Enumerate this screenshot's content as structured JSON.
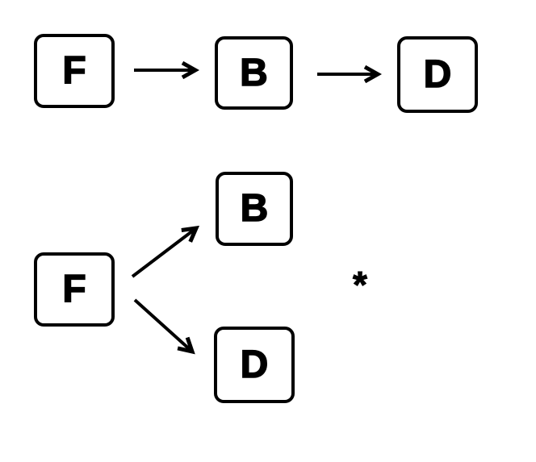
{
  "colors": {
    "background": "#ffffff",
    "ink": "#000000"
  },
  "diagram": {
    "top_sequence": {
      "nodes": [
        {
          "label": "F"
        },
        {
          "label": "B"
        },
        {
          "label": "D"
        }
      ],
      "edges": [
        {
          "from": "F",
          "to": "B"
        },
        {
          "from": "B",
          "to": "D"
        }
      ]
    },
    "bottom_branch": {
      "root": {
        "label": "F"
      },
      "branches": [
        {
          "label": "B"
        },
        {
          "label": "D"
        }
      ],
      "edges": [
        {
          "from": "F",
          "to": "B"
        },
        {
          "from": "F",
          "to": "D"
        }
      ],
      "footnote_marker": "*"
    }
  }
}
